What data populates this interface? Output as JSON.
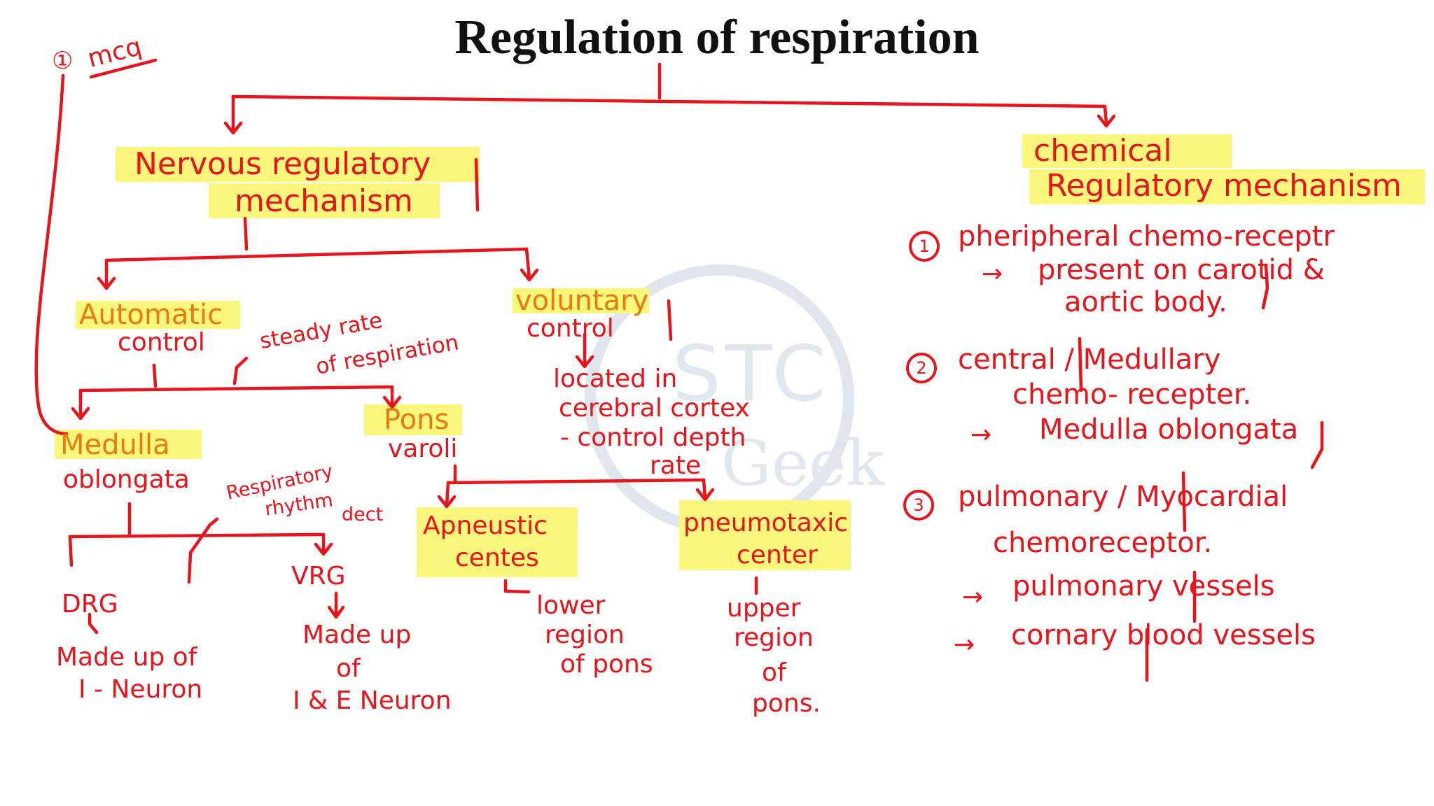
{
  "title": "Regulation of respiration",
  "watermark": {
    "line1": "STC",
    "line2": "Geek"
  },
  "note": {
    "marker": "①",
    "label": "mcq"
  },
  "nervous": {
    "heading_line1": "Nervous regulatory",
    "heading_line2": "mechanism",
    "automatic": {
      "line1": "Automatic",
      "line2": "control"
    },
    "steady": {
      "line1": "steady rate",
      "line2": "of respiration"
    },
    "medulla": {
      "line1": "Medulla",
      "line2": "oblongata"
    },
    "rhythm": {
      "line1": "Respiratory",
      "line2": "rhythm",
      "line3": "dect"
    },
    "drg": {
      "label": "DRG",
      "line1": "Made up of",
      "line2": "I - Neuron"
    },
    "vrg": {
      "label": "VRG",
      "line1": "Made up",
      "line2": "of",
      "line3": "I & E Neuron"
    },
    "pons": {
      "line1": "Pons",
      "line2": "varoli"
    },
    "apneustic": {
      "line1": "Apneustic",
      "line2": "centes",
      "n1": "lower",
      "n2": "region",
      "n3": "of pons"
    },
    "pneumotaxic": {
      "line1": "pneumotaxic",
      "line2": "center",
      "n1": "upper",
      "n2": "region",
      "n3": "of",
      "n4": "pons."
    },
    "voluntary": {
      "line1": "voluntary",
      "line2": "control",
      "n1": "located in",
      "n2": "cerebral cortex",
      "n3": "- control depth",
      "n4": "rate"
    }
  },
  "chemical": {
    "heading_line1": "chemical",
    "heading_line2": "Regulatory mechanism",
    "item1": {
      "num": "1",
      "line1": "pheripheral chemo-receptr",
      "line2": "present on carotid &",
      "line3": "aortic body."
    },
    "item2": {
      "num": "2",
      "line1": "central / Medullary",
      "line2": "chemo- recepter.",
      "line3": "Medulla oblongata"
    },
    "item3": {
      "num": "3",
      "line1": "pulmonary / Myocardial",
      "line2": "chemoreceptor.",
      "line3": "pulmonary vessels",
      "line4": "cornary blood vessels"
    },
    "arrow": "→"
  }
}
